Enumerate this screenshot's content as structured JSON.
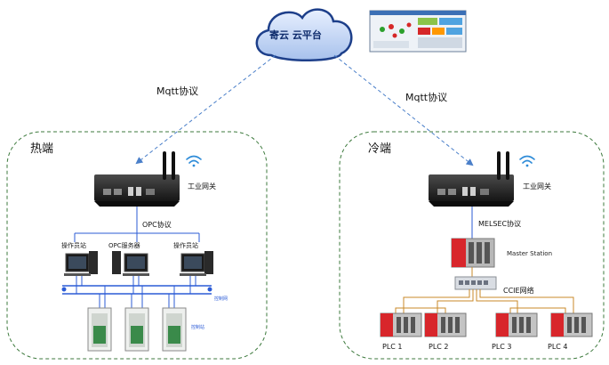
{
  "cloud": {
    "label": "寄云 云平台"
  },
  "links": {
    "left_protocol": "Mqtt协议",
    "right_protocol": "Mqtt协议"
  },
  "hot_side": {
    "title": "热端",
    "gateway_label": "工业网关",
    "protocol_label": "OPC协议",
    "stations": [
      {
        "label": "操作员站"
      },
      {
        "label": "OPC服务器"
      },
      {
        "label": "操作员站"
      }
    ],
    "control_net_label": "控制网",
    "control_station_label": "控制站"
  },
  "cold_side": {
    "title": "冷端",
    "gateway_label": "工业网关",
    "protocol_label": "MELSEC协议",
    "master_label": "Master Station",
    "network_label": "CCIE网络",
    "plcs": [
      {
        "label": "PLC 1"
      },
      {
        "label": "PLC 2"
      },
      {
        "label": "PLC 3"
      },
      {
        "label": "PLC 4"
      }
    ]
  },
  "colors": {
    "border_dashed": "#3d7a3d",
    "arrow": "#4a7fc9",
    "bus_line": "#2b5bd6",
    "plc_red": "#d8262b",
    "cable": "#c98a2a"
  }
}
